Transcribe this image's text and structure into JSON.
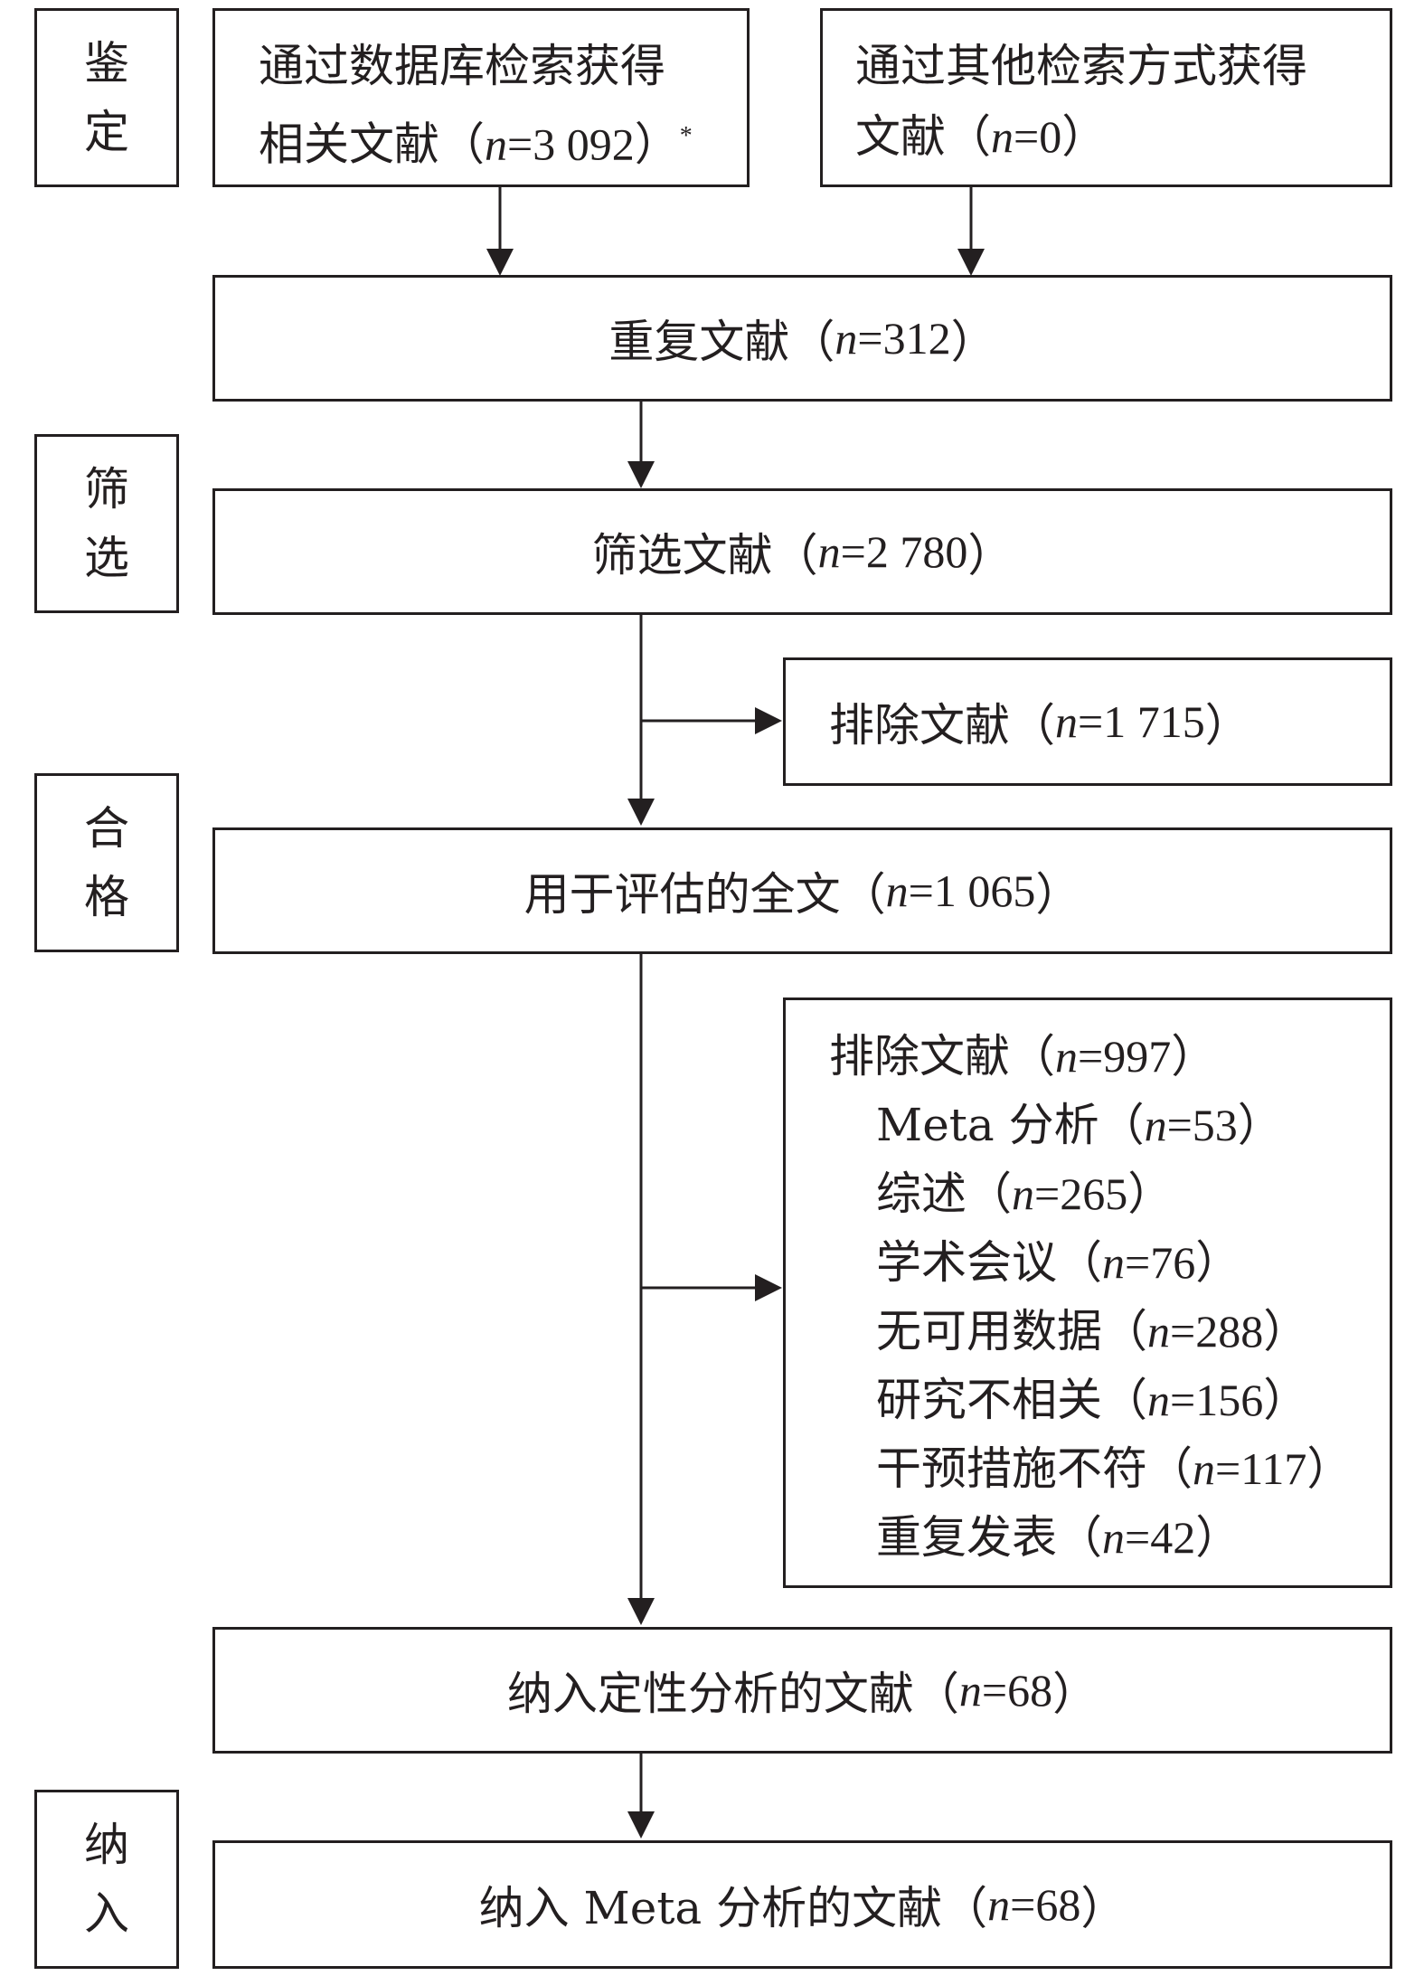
{
  "stages": {
    "identification": [
      "鉴",
      "定"
    ],
    "screening": [
      "筛",
      "选"
    ],
    "eligibility": [
      "合",
      "格"
    ],
    "included": [
      "纳",
      "入"
    ]
  },
  "boxes": {
    "db_search": {
      "line1": "通过数据库检索获得",
      "line2_prefix": "相关文献（",
      "n_label": "n",
      "value": "=3 092",
      "suffix": "）",
      "mark": "*"
    },
    "other_search": {
      "line1": "通过其他检索方式获得",
      "line2_prefix": "文献（",
      "n_label": "n",
      "value": "=0",
      "suffix": "）"
    },
    "duplicates": {
      "prefix": "重复文献（",
      "n_label": "n",
      "value": "=312",
      "suffix": "）"
    },
    "screened": {
      "prefix": "筛选文献（",
      "n_label": "n",
      "value": "=2 780",
      "suffix": "）"
    },
    "excluded_1": {
      "prefix": "排除文献（",
      "n_label": "n",
      "value": "=1 715",
      "suffix": "）"
    },
    "fulltext": {
      "prefix": "用于评估的全文（",
      "n_label": "n",
      "value": "=1 065",
      "suffix": "）"
    },
    "excluded_2": {
      "title": {
        "prefix": "排除文献（",
        "n_label": "n",
        "value": "=997",
        "suffix": "）"
      },
      "reasons": [
        {
          "prefix": "Meta 分析（",
          "n_label": "n",
          "value": "=53",
          "suffix": "）"
        },
        {
          "prefix": "综述（",
          "n_label": "n",
          "value": "=265",
          "suffix": "）"
        },
        {
          "prefix": "学术会议（",
          "n_label": "n",
          "value": "=76",
          "suffix": "）"
        },
        {
          "prefix": "无可用数据（",
          "n_label": "n",
          "value": "=288",
          "suffix": "）"
        },
        {
          "prefix": "研究不相关（",
          "n_label": "n",
          "value": "=156",
          "suffix": "）"
        },
        {
          "prefix": "干预措施不符（",
          "n_label": "n",
          "value": "=117",
          "suffix": "）"
        },
        {
          "prefix": "重复发表（",
          "n_label": "n",
          "value": "=42",
          "suffix": "）"
        }
      ]
    },
    "qualitative": {
      "prefix": "纳入定性分析的文献（",
      "n_label": "n",
      "value": "=68",
      "suffix": "）"
    },
    "meta": {
      "prefix": "纳入 Meta 分析的文献（",
      "n_label": "n",
      "value": "=68",
      "suffix": "）"
    }
  },
  "colors": {
    "line": "#231f20",
    "background": "#ffffff"
  }
}
